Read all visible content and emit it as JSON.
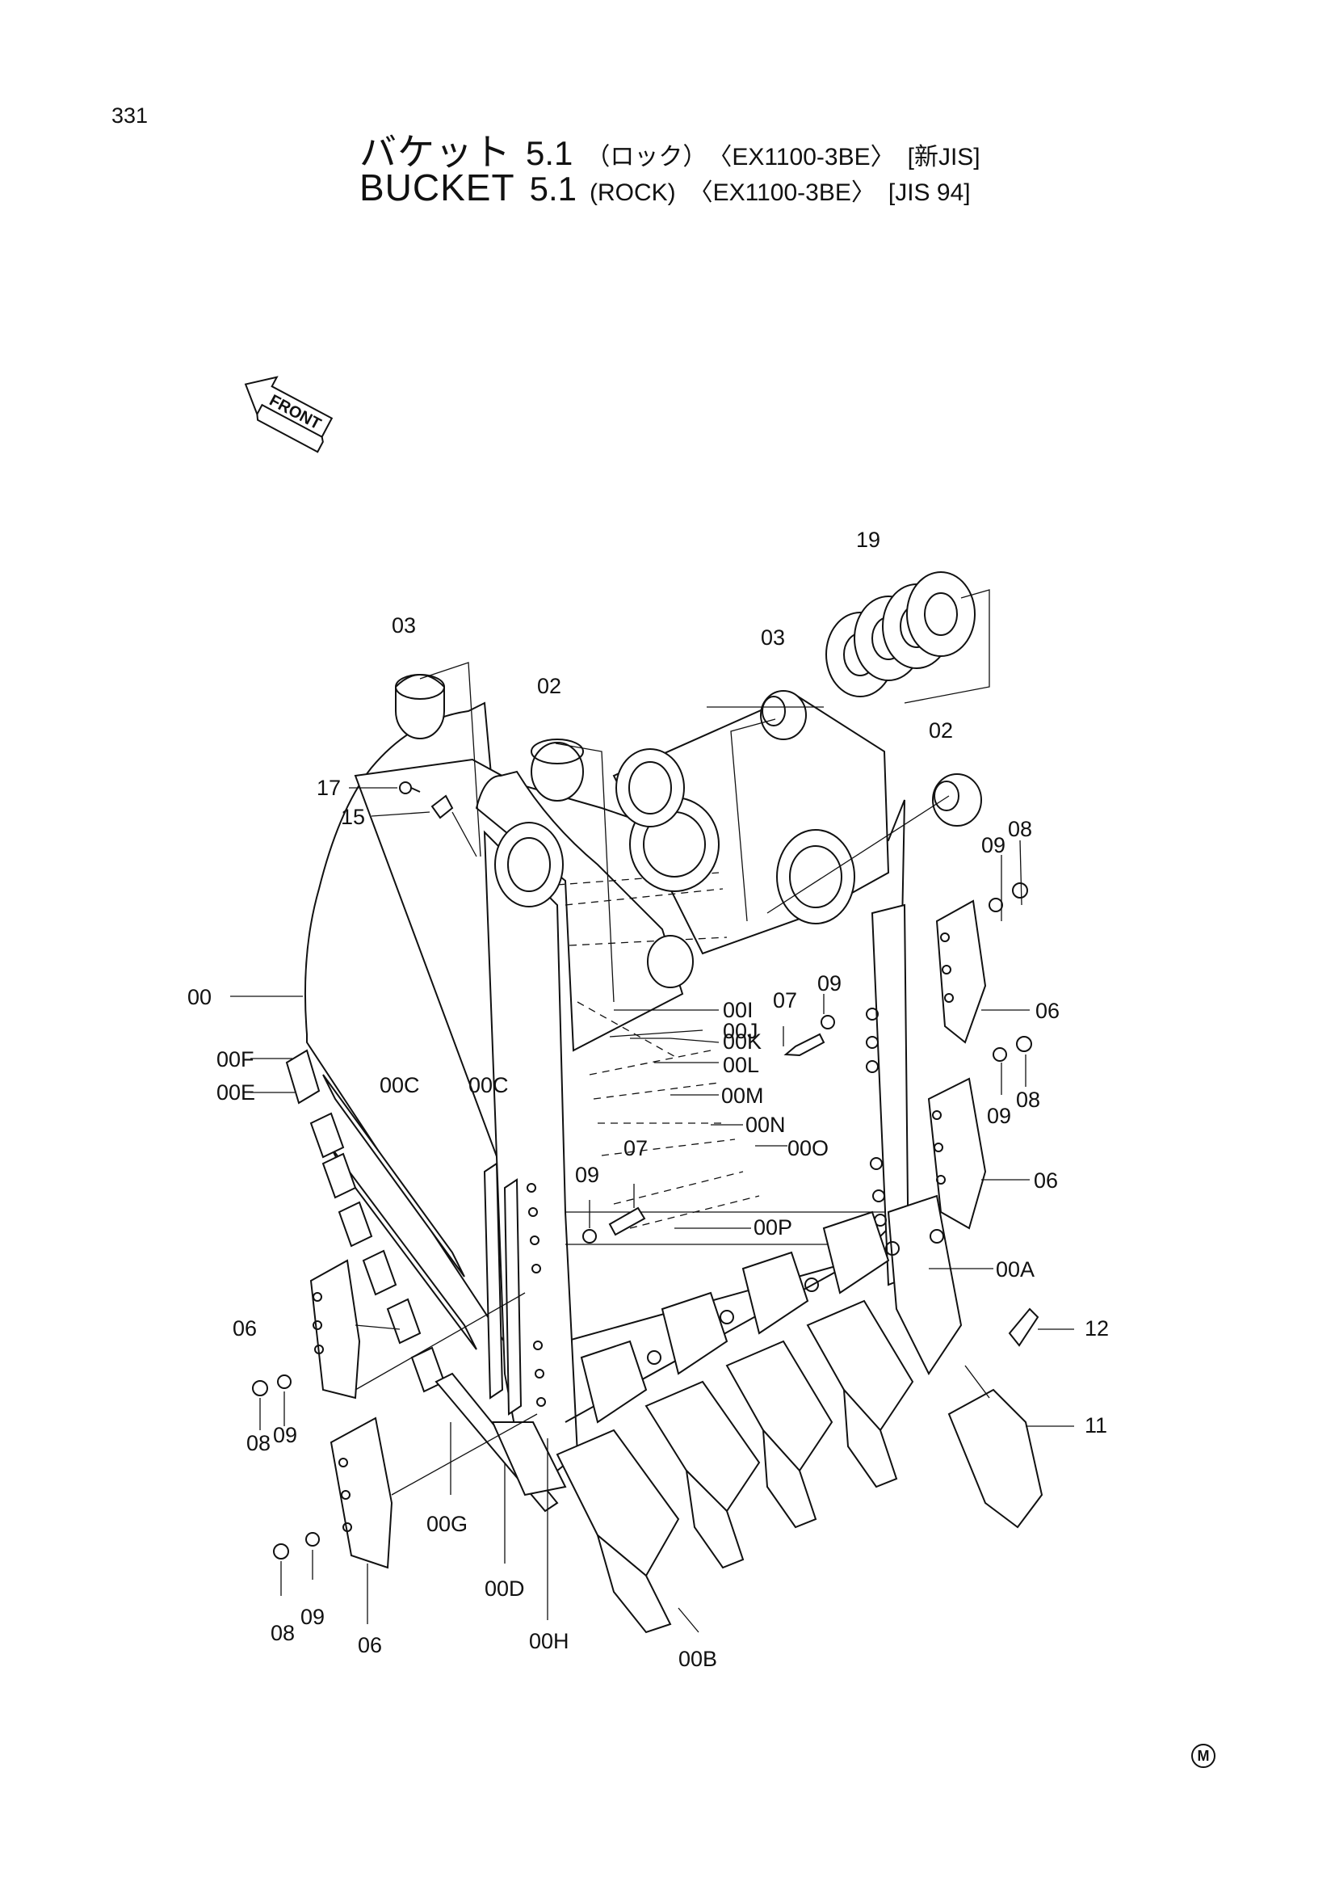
{
  "page": {
    "page_number": "331",
    "title_jp": {
      "main": "バケット",
      "number": "5.1",
      "type": "（ロック）",
      "model": "〈EX1100-3BE〉",
      "std": "[新JIS]"
    },
    "title_en": {
      "main": "BUCKET",
      "number": "5.1",
      "type": "(ROCK)",
      "model": "〈EX1100-3BE〉",
      "std": "[JIS 94]"
    },
    "front_arrow_label": "FRONT",
    "corner_mark": "M"
  },
  "callouts": {
    "c19": "19",
    "c03a": "03",
    "c03b": "03",
    "c02a": "02",
    "c02b": "02",
    "c17": "17",
    "c15": "15",
    "c09a": "09",
    "c08a": "08",
    "c00": "00",
    "c00I": "00I",
    "c00J": "00J",
    "c00K": "00K",
    "c00L": "00L",
    "c09b": "09",
    "c07a": "07",
    "c06a": "06",
    "c00F": "00F",
    "c00E": "00E",
    "c00Ca": "00C",
    "c00Cb": "00C",
    "c00M": "00M",
    "c00N": "00N",
    "c00O": "00O",
    "c07b": "07",
    "c09c": "09",
    "c08b": "08",
    "c06b": "06",
    "c09d": "09",
    "c00P": "00P",
    "c00A": "00A",
    "c06c": "06",
    "c12": "12",
    "c08c": "08",
    "c09e": "09",
    "c11": "11",
    "c00G": "00G",
    "c00D": "00D",
    "c00H": "00H",
    "c00B": "00B",
    "c08d": "08",
    "c09f": "09",
    "c06d": "06"
  }
}
